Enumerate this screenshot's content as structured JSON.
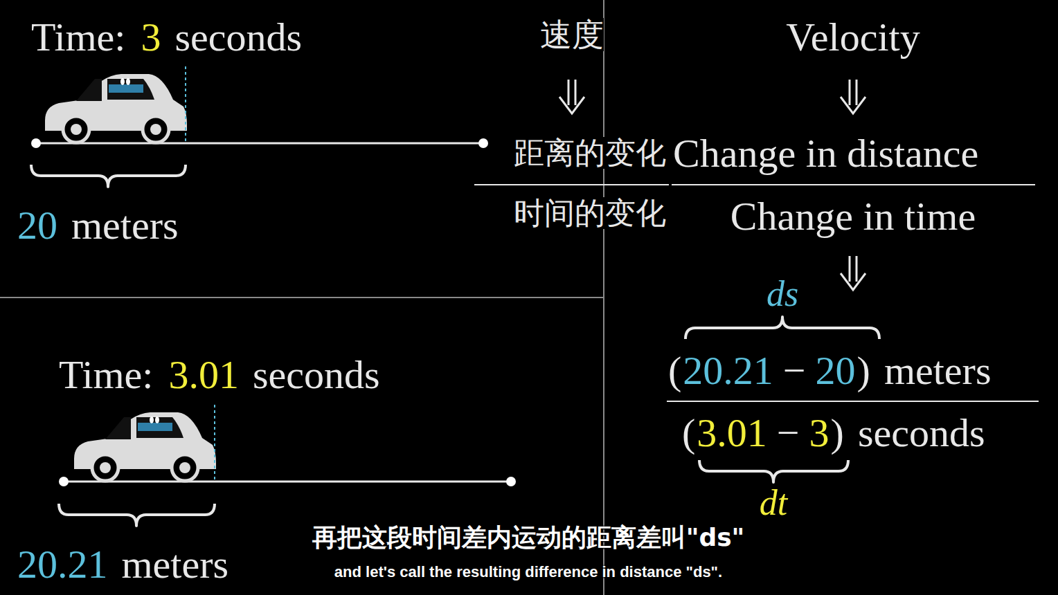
{
  "diagram": {
    "labels": [
      "Time:",
      "3",
      "seconds",
      "20",
      "meters",
      "速度",
      "Velocity",
      "距离的变化",
      "Change in distance",
      "时间的变化",
      "Change in time",
      "ds",
      "(",
      "20.21",
      "−",
      "20",
      ")",
      "meters",
      "Time:",
      "3.01",
      "seconds",
      "(",
      "3.01",
      "−",
      "3",
      ")",
      "seconds",
      "dt",
      "20.21",
      "meters",
      "再把这段时间差内运动的距离差叫\"ds\"",
      "and let's call the resulting difference in distance \"ds\"."
    ]
  }
}
